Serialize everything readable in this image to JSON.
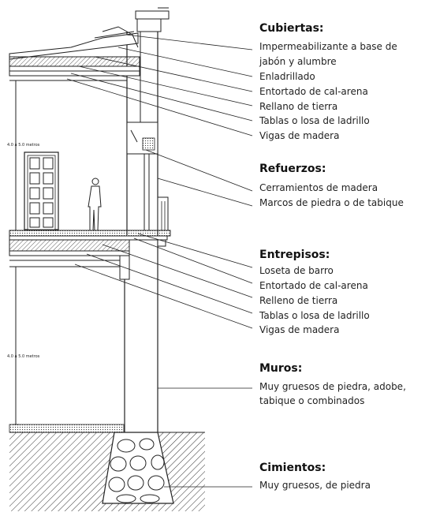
{
  "dimensions": {
    "upper": "4.0 a 5.0 metros",
    "lower": "4.0 a 5.0 metros"
  },
  "sections": {
    "cubiertas": {
      "title": "Cubiertas:",
      "items": [
        "Impermeabilizante a base de",
        "jabón y alumbre",
        "Enladrillado",
        "Entortado de cal-arena",
        "Rellano de tierra",
        "Tablas o losa de ladrillo",
        "Vigas de madera"
      ]
    },
    "refuerzos": {
      "title": "Refuerzos:",
      "items": [
        "Cerramientos de madera",
        "Marcos de piedra o de tabique"
      ]
    },
    "entrepisos": {
      "title": "Entrepisos:",
      "items": [
        "Loseta de barro",
        "Entortado de cal-arena",
        "Relleno de tierra",
        "Tablas o losa de ladrillo",
        "Vigas de madera"
      ]
    },
    "muros": {
      "title": "Muros:",
      "items": [
        "Muy gruesos de piedra, adobe,",
        "tabique o combinados"
      ]
    },
    "cimientos": {
      "title": "Cimientos:",
      "items": [
        "Muy gruesos, de piedra"
      ]
    }
  }
}
